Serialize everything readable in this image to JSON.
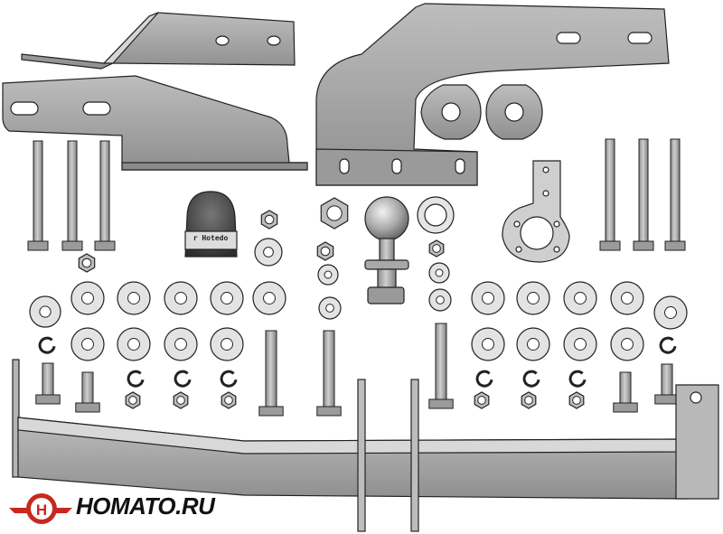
{
  "cover_label": "r Hotedo",
  "brand": {
    "name": "HOMATO.RU",
    "logo_letter": "H"
  },
  "colors": {
    "metal": "#a7a7a7",
    "metal_light": "#d6d6d6",
    "metal_dark": "#7b7b7b",
    "outline": "#222222",
    "logo_red": "#c8281e"
  }
}
